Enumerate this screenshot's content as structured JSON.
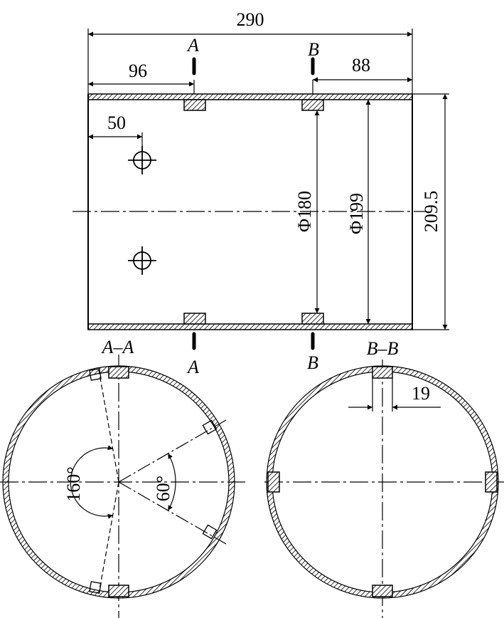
{
  "drawing": {
    "front_view": {
      "overall_length": "290",
      "section_a_offset": "96",
      "section_b_offset": "88",
      "hole_offset": "50",
      "outer_height": "209.5",
      "diameter_199": "Φ199",
      "diameter_180": "Φ180"
    },
    "section_markers": {
      "a_top": "A",
      "a_bottom": "A",
      "b_top": "B",
      "b_bottom": "B"
    },
    "section_a": {
      "title": "A–A",
      "angle_left": "160°",
      "angle_right": "60°"
    },
    "section_b": {
      "title": "B–B",
      "slot_width": "19"
    }
  },
  "colors": {
    "line": "#000000",
    "background": "#ffffff"
  }
}
